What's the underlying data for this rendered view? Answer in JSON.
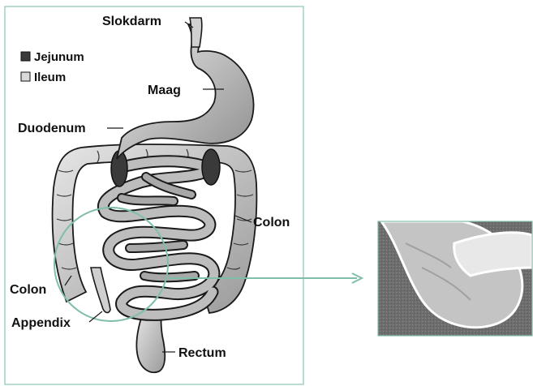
{
  "labels": {
    "esophagus": "Slokdarm",
    "stomach": "Maag",
    "duodenum": "Duodenum",
    "colon_right": "Colon",
    "colon_left": "Colon",
    "appendix": "Appendix",
    "rectum": "Rectum"
  },
  "legend": {
    "jejunum": "Jejunum",
    "ileum": "Ileum"
  },
  "colors": {
    "frame": "#8cc5b3",
    "callout": "#7fbfa8",
    "jejunum_swatch": "#3a3a3a",
    "ileum_swatch": "#d9d9d9"
  }
}
